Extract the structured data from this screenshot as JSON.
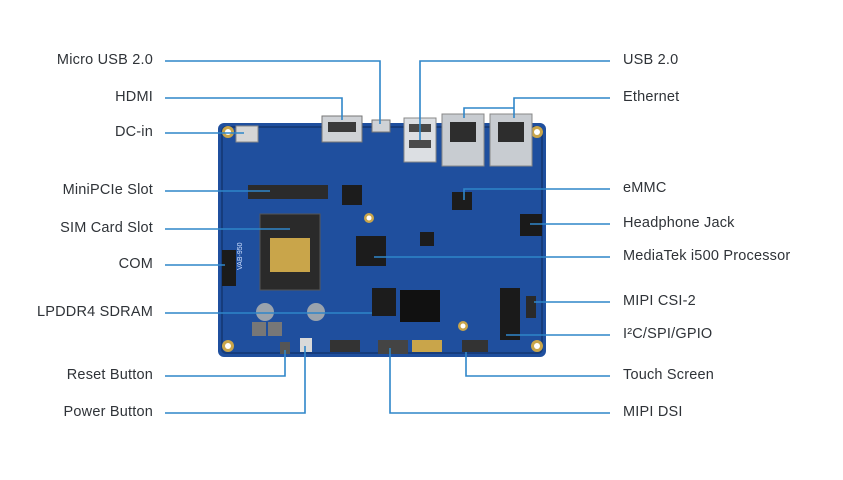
{
  "diagram": {
    "left_labels": [
      {
        "id": "micro-usb",
        "text": "Micro USB 2.0"
      },
      {
        "id": "hdmi",
        "text": "HDMI"
      },
      {
        "id": "dc-in",
        "text": "DC-in"
      },
      {
        "id": "minipcie-slot",
        "text": "MiniPCIe Slot"
      },
      {
        "id": "sim-card-slot",
        "text": "SIM Card Slot"
      },
      {
        "id": "com",
        "text": "COM"
      },
      {
        "id": "lpddr4-sdram",
        "text": "LPDDR4 SDRAM"
      },
      {
        "id": "reset-button",
        "text": "Reset Button"
      },
      {
        "id": "power-button",
        "text": "Power Button"
      }
    ],
    "right_labels": [
      {
        "id": "usb-2",
        "text": "USB 2.0"
      },
      {
        "id": "ethernet",
        "text": "Ethernet"
      },
      {
        "id": "emmc",
        "text": "eMMC"
      },
      {
        "id": "headphone-jack",
        "text": "Headphone Jack"
      },
      {
        "id": "mediatek-processor",
        "text": "MediaTek i500 Processor"
      },
      {
        "id": "mipi-csi-2",
        "text": "MIPI CSI-2"
      },
      {
        "id": "i2c-spi-gpio",
        "text": "I²C/SPI/GPIO"
      },
      {
        "id": "touch-screen",
        "text": "Touch Screen"
      },
      {
        "id": "mipi-dsi",
        "text": "MIPI DSI"
      }
    ],
    "board_silkscreen": "VAB-950",
    "colors": {
      "pcb": "#1f4f9e",
      "pcb_dark": "#163c7c",
      "leader_line": "#2f86c9",
      "label_text": "#2f3338"
    }
  }
}
